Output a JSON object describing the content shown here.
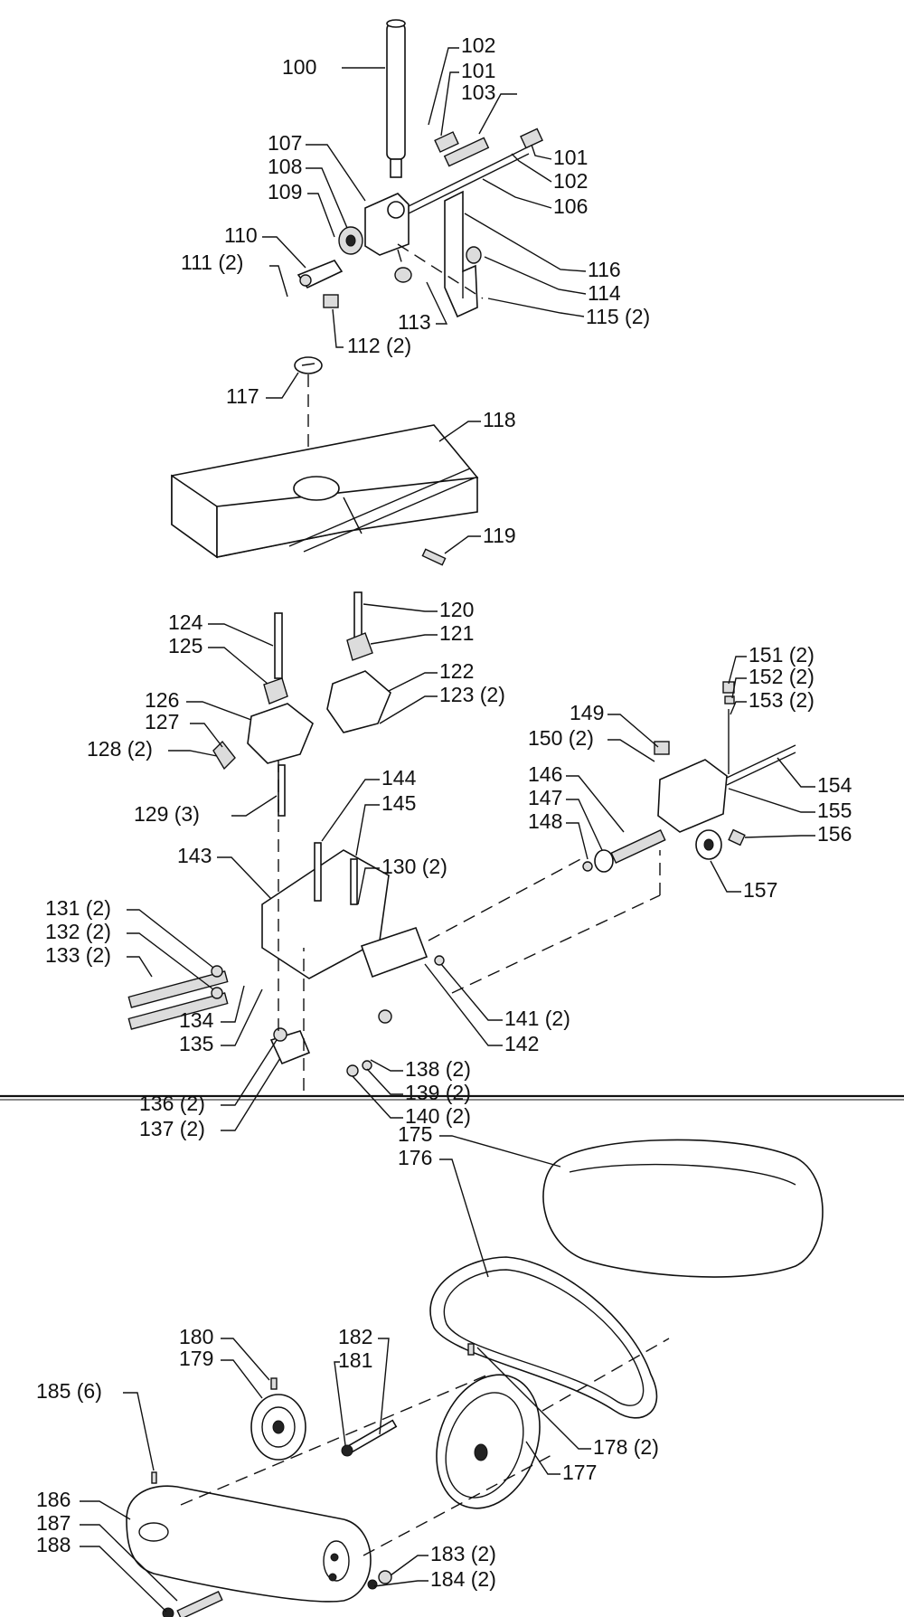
{
  "callouts": [
    {
      "id": "c100",
      "text": "100"
    },
    {
      "id": "c102a",
      "text": "102"
    },
    {
      "id": "c101a",
      "text": "101"
    },
    {
      "id": "c103",
      "text": "103"
    },
    {
      "id": "c107",
      "text": "107"
    },
    {
      "id": "c101b",
      "text": "101"
    },
    {
      "id": "c102b",
      "text": "102"
    },
    {
      "id": "c108",
      "text": "108"
    },
    {
      "id": "c106",
      "text": "106"
    },
    {
      "id": "c109",
      "text": "109"
    },
    {
      "id": "c110",
      "text": "110"
    },
    {
      "id": "c111",
      "text": "111 (2)"
    },
    {
      "id": "c116",
      "text": "116"
    },
    {
      "id": "c114",
      "text": "114"
    },
    {
      "id": "c115",
      "text": "115 (2)"
    },
    {
      "id": "c113",
      "text": "113"
    },
    {
      "id": "c112",
      "text": "112 (2)"
    },
    {
      "id": "c117",
      "text": "117"
    },
    {
      "id": "c118",
      "text": "118"
    },
    {
      "id": "c119",
      "text": "119"
    },
    {
      "id": "c120",
      "text": "120"
    },
    {
      "id": "c124",
      "text": "124"
    },
    {
      "id": "c121",
      "text": "121"
    },
    {
      "id": "c125",
      "text": "125"
    },
    {
      "id": "c151",
      "text": "151 (2)"
    },
    {
      "id": "c122",
      "text": "122"
    },
    {
      "id": "c152",
      "text": "152 (2)"
    },
    {
      "id": "c123",
      "text": "123 (2)"
    },
    {
      "id": "c153",
      "text": "153 (2)"
    },
    {
      "id": "c126",
      "text": "126"
    },
    {
      "id": "c149",
      "text": "149"
    },
    {
      "id": "c127",
      "text": "127"
    },
    {
      "id": "c150",
      "text": "150 (2)"
    },
    {
      "id": "c128",
      "text": "128 (2)"
    },
    {
      "id": "c146",
      "text": "146"
    },
    {
      "id": "c154",
      "text": "154"
    },
    {
      "id": "c144",
      "text": "144"
    },
    {
      "id": "c147",
      "text": "147"
    },
    {
      "id": "c155",
      "text": "155"
    },
    {
      "id": "c129",
      "text": "129 (3)"
    },
    {
      "id": "c145",
      "text": "145"
    },
    {
      "id": "c148",
      "text": "148"
    },
    {
      "id": "c156",
      "text": "156"
    },
    {
      "id": "c143",
      "text": "143"
    },
    {
      "id": "c130",
      "text": "130 (2)"
    },
    {
      "id": "c157",
      "text": "157"
    },
    {
      "id": "c131",
      "text": "131 (2)"
    },
    {
      "id": "c132",
      "text": "132 (2)"
    },
    {
      "id": "c133",
      "text": "133 (2)"
    },
    {
      "id": "c141",
      "text": "141 (2)"
    },
    {
      "id": "c142",
      "text": "142"
    },
    {
      "id": "c134",
      "text": "134"
    },
    {
      "id": "c135",
      "text": "135"
    },
    {
      "id": "c138",
      "text": "138 (2)"
    },
    {
      "id": "c136",
      "text": "136 (2)"
    },
    {
      "id": "c139",
      "text": "139 (2)"
    },
    {
      "id": "c137",
      "text": "137 (2)"
    },
    {
      "id": "c140",
      "text": "140 (2)"
    },
    {
      "id": "c175",
      "text": "175"
    },
    {
      "id": "c176",
      "text": "176"
    },
    {
      "id": "c180",
      "text": "180"
    },
    {
      "id": "c182",
      "text": "182"
    },
    {
      "id": "c179",
      "text": "179"
    },
    {
      "id": "c181",
      "text": "181"
    },
    {
      "id": "c185",
      "text": "185 (6)"
    },
    {
      "id": "c178",
      "text": "178 (2)"
    },
    {
      "id": "c177",
      "text": "177"
    },
    {
      "id": "c186",
      "text": "186"
    },
    {
      "id": "c187",
      "text": "187"
    },
    {
      "id": "c188",
      "text": "188"
    },
    {
      "id": "c183",
      "text": "183 (2)"
    },
    {
      "id": "c184",
      "text": "184 (2)"
    }
  ]
}
